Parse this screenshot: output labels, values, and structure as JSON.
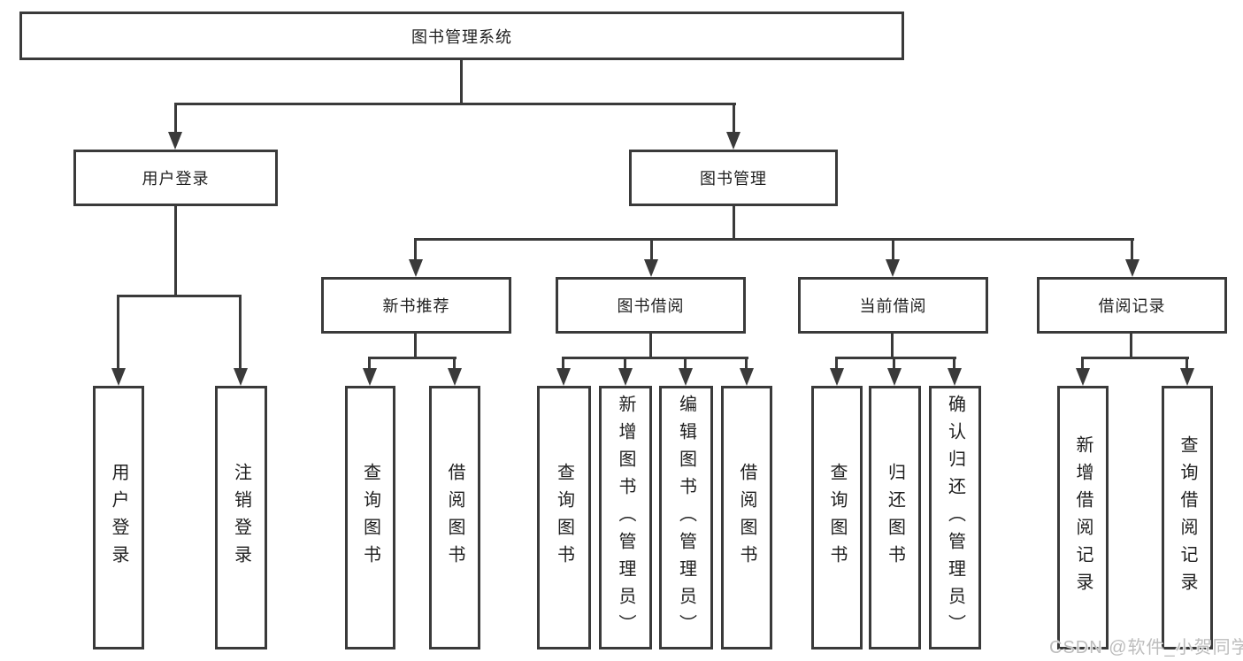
{
  "watermark": "CSDN @软件_小贺同学",
  "colors": {
    "line": "#3a3a3a",
    "box_border": "#3a3a3a",
    "box_background": "#ffffff",
    "text": "#1f1f1f",
    "watermark": "#bdbdbd"
  },
  "tree": {
    "root": "图书管理系统",
    "branches": [
      {
        "label": "用户登录",
        "leaves": [
          "用户登录",
          "注销登录"
        ]
      },
      {
        "label": "图书管理",
        "children": [
          {
            "label": "新书推荐",
            "leaves": [
              "查询图书",
              "借阅图书"
            ]
          },
          {
            "label": "图书借阅",
            "leaves": [
              "查询图书",
              "新增图书（管理员）",
              "编辑图书（管理员）",
              "借阅图书"
            ]
          },
          {
            "label": "当前借阅",
            "leaves": [
              "查询图书",
              "归还图书",
              "确认归还（管理员）"
            ]
          },
          {
            "label": "借阅记录",
            "leaves": [
              "新增借阅记录",
              "查询借阅记录"
            ]
          }
        ]
      }
    ]
  }
}
